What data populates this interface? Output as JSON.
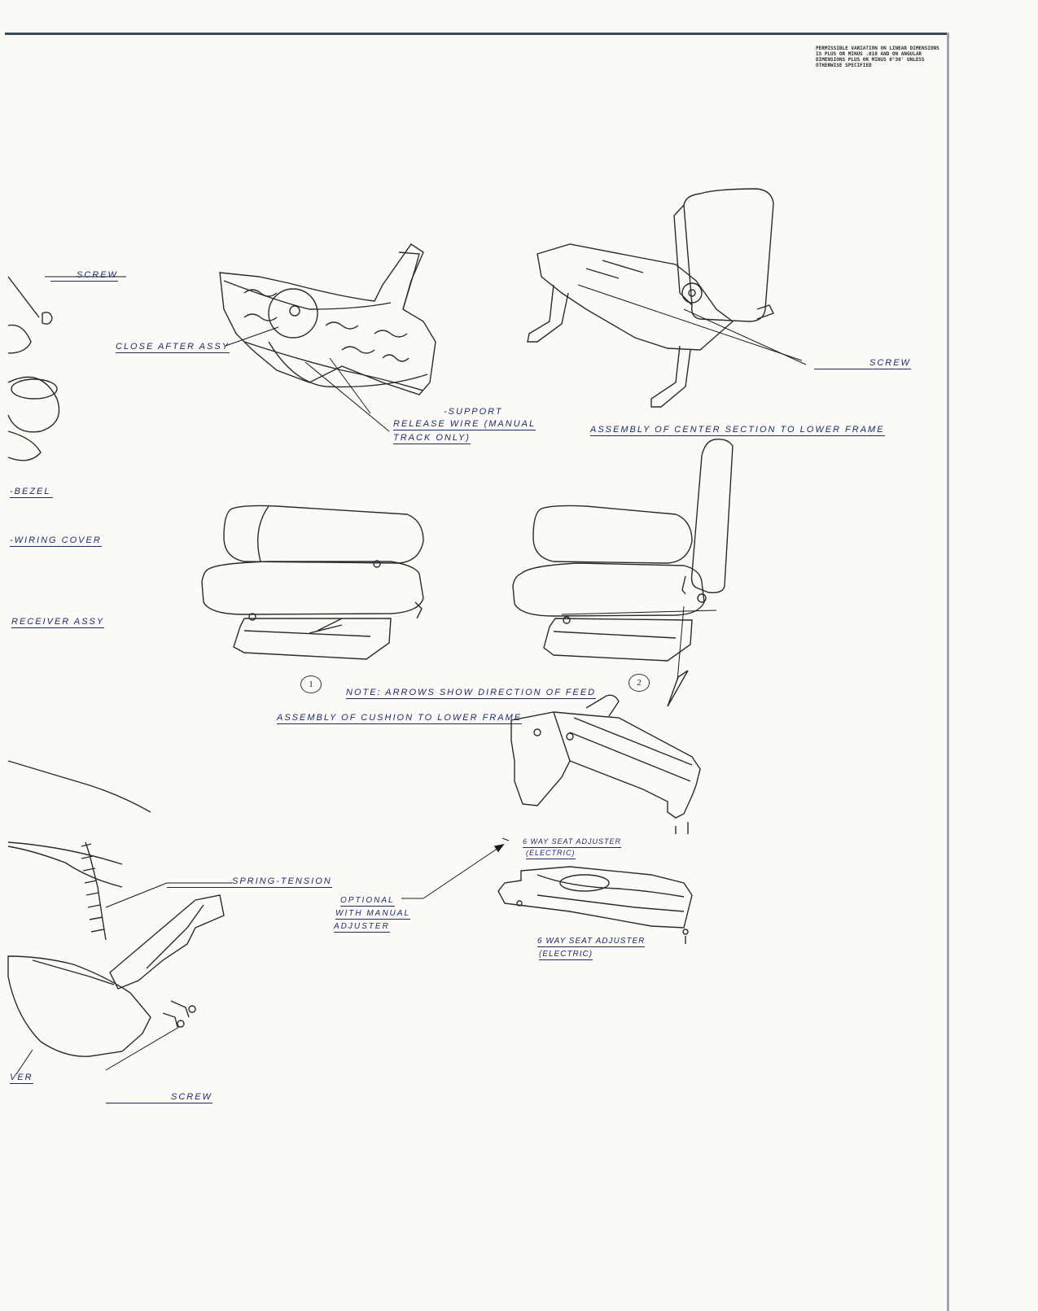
{
  "spec_note": "PERMISSIBLE VARIATION ON LINEAR DIMENSIONS IS PLUS OR MINUS .010 AND ON ANGULAR DIMENSIONS PLUS OR MINUS 0°30' UNLESS OTHERWISE SPECIFIED",
  "labels": {
    "screw_top_left": "SCREW",
    "close_after_assy": "CLOSE AFTER ASSY",
    "support": "-SUPPORT",
    "release_wire_1": "RELEASE WIRE (MANUAL",
    "release_wire_2": "TRACK ONLY)",
    "screw_right": "SCREW",
    "center_section_title": "ASSEMBLY OF CENTER SECTION TO LOWER FRAME",
    "bezel": "-BEZEL",
    "wiring_cover": "-WIRING COVER",
    "receiver_assy": "RECEIVER ASSY",
    "step_1": "1",
    "step_2": "2",
    "note_arrows": "NOTE: ARROWS SHOW DIRECTION OF FEED",
    "cushion_title": "ASSEMBLY OF CUSHION TO LOWER FRAME",
    "spring_tension": "SPRING-TENSION",
    "optional_1": "OPTIONAL",
    "optional_2": "WITH MANUAL",
    "optional_3": "ADJUSTER",
    "six_way_1": "6 WAY SEAT ADJUSTER",
    "six_way_1b": "(ELECTRIC)",
    "six_way_2": "6 WAY SEAT ADJUSTER",
    "six_way_2b": "(ELECTRIC)",
    "cover_partial": "VER",
    "screw_bottom": "SCREW"
  }
}
